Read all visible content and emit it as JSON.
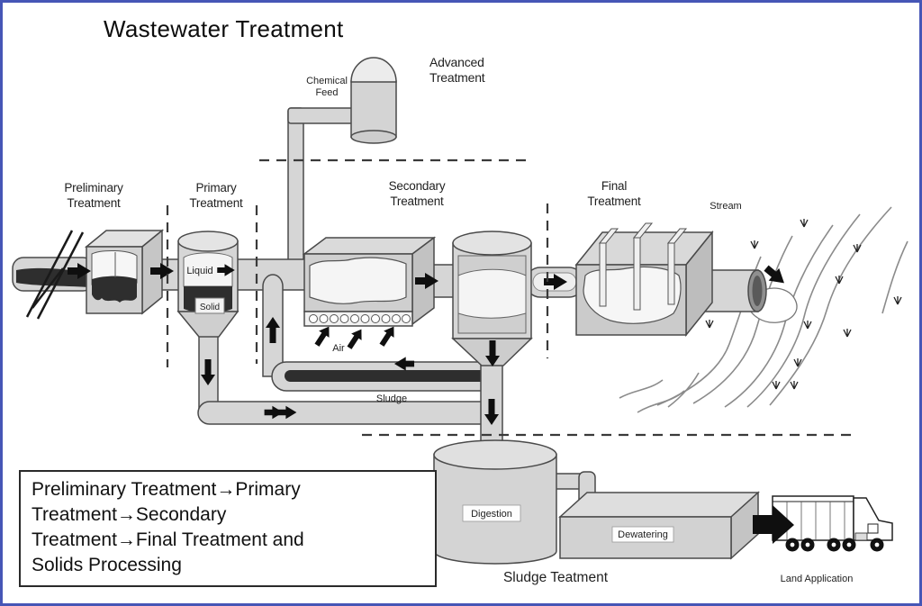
{
  "title": "Wastewater Treatment",
  "stage_labels": {
    "preliminary": {
      "line1": "Preliminary",
      "line2": "Treatment"
    },
    "primary": {
      "line1": "Primary",
      "line2": "Treatment"
    },
    "secondary": {
      "line1": "Secondary",
      "line2": "Treatment"
    },
    "final": {
      "line1": "Final",
      "line2": "Treatment"
    },
    "advanced": {
      "line1": "Advanced",
      "line2": "Treatment"
    },
    "chemical_feed": {
      "line1": "Chemical",
      "line2": "Feed"
    }
  },
  "flow_labels": {
    "liquid": "Liquid",
    "solid": "Solid",
    "air": "Air",
    "sludge": "Sludge",
    "stream": "Stream"
  },
  "solids_processing": {
    "digestion": "Digestion",
    "dewatering": "Dewatering",
    "section_label": "Sludge Teatment",
    "land_application": "Land Application"
  },
  "summary_box": {
    "lines": [
      "Preliminary Treatment→Primary",
      "Treatment→Secondary",
      "Treatment→Final Treatment and",
      "Solids Processing"
    ]
  },
  "colors": {
    "page_border": "#4656b6",
    "line_color": "#4a4a4a",
    "pipe_fill": "#d6d6d6",
    "dark_solids": "#2e2e2e",
    "background": "#ffffff"
  }
}
